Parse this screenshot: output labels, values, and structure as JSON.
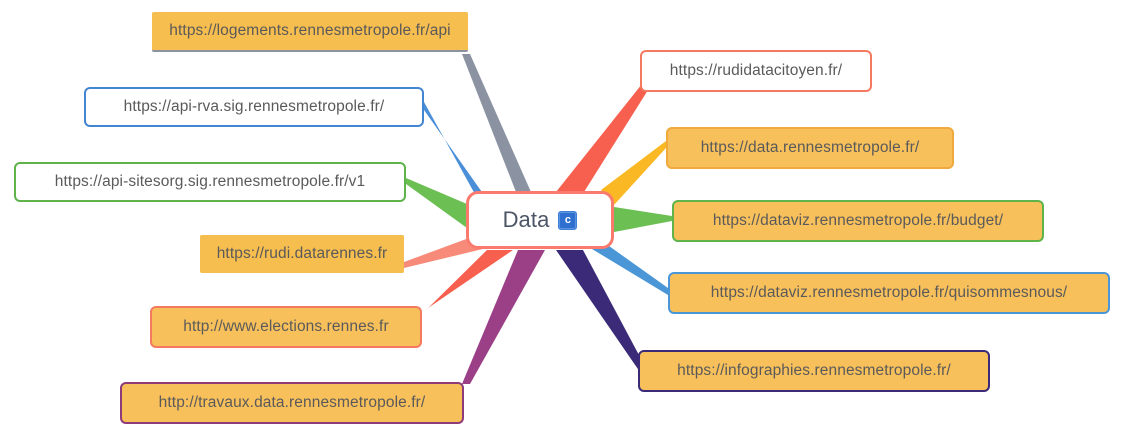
{
  "diagram": {
    "type": "mind-map",
    "title": "Data",
    "background": "#ffffff",
    "root": {
      "label": "Data",
      "badge": "c",
      "badge_name": "c-badge",
      "border_color": "#fa7a6e",
      "fill_color": "#ffffff",
      "text_color": "#4b5565"
    },
    "branches": [
      {
        "id": "logements",
        "label": "https://logements.rennesmetropole.fr/api",
        "side": "left",
        "fill": "#f6bd4f",
        "border": "#8b93a3",
        "edge_color": "#8b93a3"
      },
      {
        "id": "api-rva",
        "label": "https://api-rva.sig.rennesmetropole.fr/",
        "side": "left",
        "fill": "#ffffff",
        "border": "#4285d0",
        "edge_color": "#4b8fd8"
      },
      {
        "id": "api-sitesorg",
        "label": "https://api-sitesorg.sig.rennesmetropole.fr/v1",
        "side": "left",
        "fill": "#ffffff",
        "border": "#5eb44a",
        "edge_color": "#6cbf52"
      },
      {
        "id": "rudi-datarennes",
        "label": "https://rudi.datarennes.fr",
        "side": "left",
        "fill": "#f6bd4f",
        "border": "#f6bd4f",
        "edge_color": "#f88a7a"
      },
      {
        "id": "elections",
        "label": "http://www.elections.rennes.fr",
        "side": "left",
        "fill": "#f8c05a",
        "border": "#f4795f",
        "edge_color": "#f75f4e"
      },
      {
        "id": "travaux",
        "label": "http://travaux.data.rennesmetropole.fr/",
        "side": "left",
        "fill": "#f8c05a",
        "border": "#8e3b78",
        "edge_color": "#9b3f86"
      },
      {
        "id": "rudidatacitoyen",
        "label": "https://rudidatacitoyen.fr/",
        "side": "right",
        "fill": "#ffffff",
        "border": "#f4795f",
        "edge_color": "#f75f4e"
      },
      {
        "id": "data-rm",
        "label": "https://data.rennesmetropole.fr/",
        "side": "right",
        "fill": "#f8c05a",
        "border": "#f0a93c",
        "edge_color": "#f9b824"
      },
      {
        "id": "dataviz-budget",
        "label": "https://dataviz.rennesmetropole.fr/budget/",
        "side": "right",
        "fill": "#f8c05a",
        "border": "#5eb44a",
        "edge_color": "#6cbf52"
      },
      {
        "id": "dataviz-quisommesnous",
        "label": "https://dataviz.rennesmetropole.fr/quisommesnous/",
        "side": "right",
        "fill": "#f8c05a",
        "border": "#4b96d6",
        "edge_color": "#4b96d6"
      },
      {
        "id": "infographies",
        "label": "https://infographies.rennesmetropole.fr/",
        "side": "right",
        "fill": "#f8c05a",
        "border": "#3a2a78",
        "edge_color": "#3a2a78"
      }
    ]
  }
}
